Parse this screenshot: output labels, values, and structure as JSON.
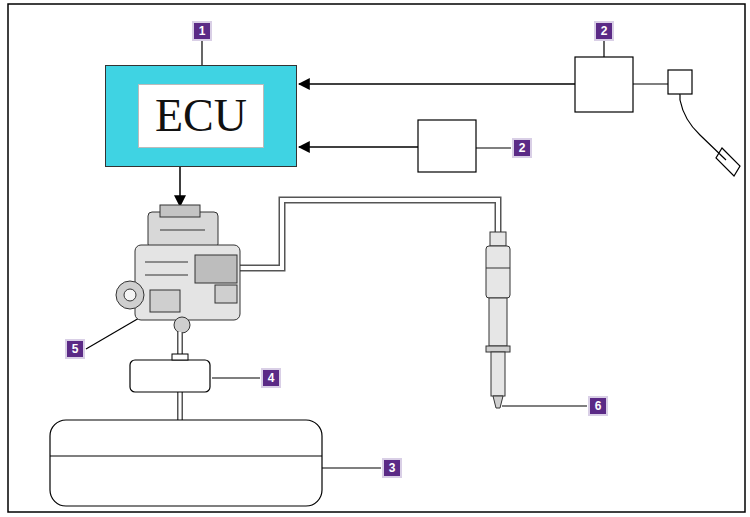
{
  "diagram": {
    "nodes": [
      {
        "text": [
          "ECU"
        ]
      }
    ],
    "labels": [
      "1",
      "2",
      "2",
      "5",
      "4",
      "6",
      "3"
    ]
  }
}
